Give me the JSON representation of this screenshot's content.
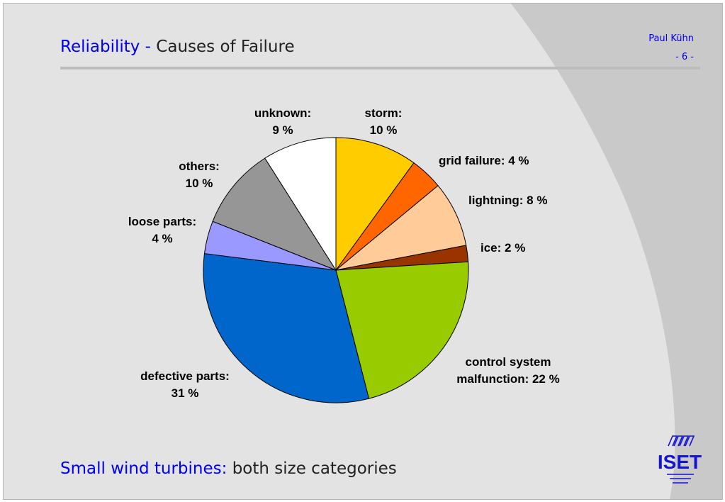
{
  "header": {
    "title_part1": "Reliability - ",
    "title_part2": "Causes of Failure",
    "author": "Paul Kühn",
    "page": "- 6 -"
  },
  "footer": {
    "subtitle_part1": "Small wind turbines:",
    "subtitle_part2": " both size categories"
  },
  "logo": {
    "text": "ISET",
    "color": "#1515d0"
  },
  "chart_data": {
    "type": "pie",
    "unit": "%",
    "start_angle_deg": 0,
    "direction": "clockwise",
    "slices": [
      {
        "label_lines": [
          "storm:",
          "10 %"
        ],
        "value": 10,
        "color": "#ffcc00"
      },
      {
        "label_lines": [
          "grid failure: 4 %"
        ],
        "value": 4,
        "color": "#ff6600"
      },
      {
        "label_lines": [
          "lightning: 8 %"
        ],
        "value": 8,
        "color": "#ffcc99"
      },
      {
        "label_lines": [
          "ice: 2 %"
        ],
        "value": 2,
        "color": "#993300"
      },
      {
        "label_lines": [
          "control system",
          "malfunction: 22 %"
        ],
        "value": 22,
        "color": "#99cc00"
      },
      {
        "label_lines": [
          "defective parts:",
          "31 %"
        ],
        "value": 31,
        "color": "#0066cc"
      },
      {
        "label_lines": [
          "loose parts:",
          "4 %"
        ],
        "value": 4,
        "color": "#9999ff"
      },
      {
        "label_lines": [
          "others:",
          "10 %"
        ],
        "value": 10,
        "color": "#969696"
      },
      {
        "label_lines": [
          "unknown:",
          "9 %"
        ],
        "value": 9,
        "color": "#ffffff"
      }
    ]
  }
}
